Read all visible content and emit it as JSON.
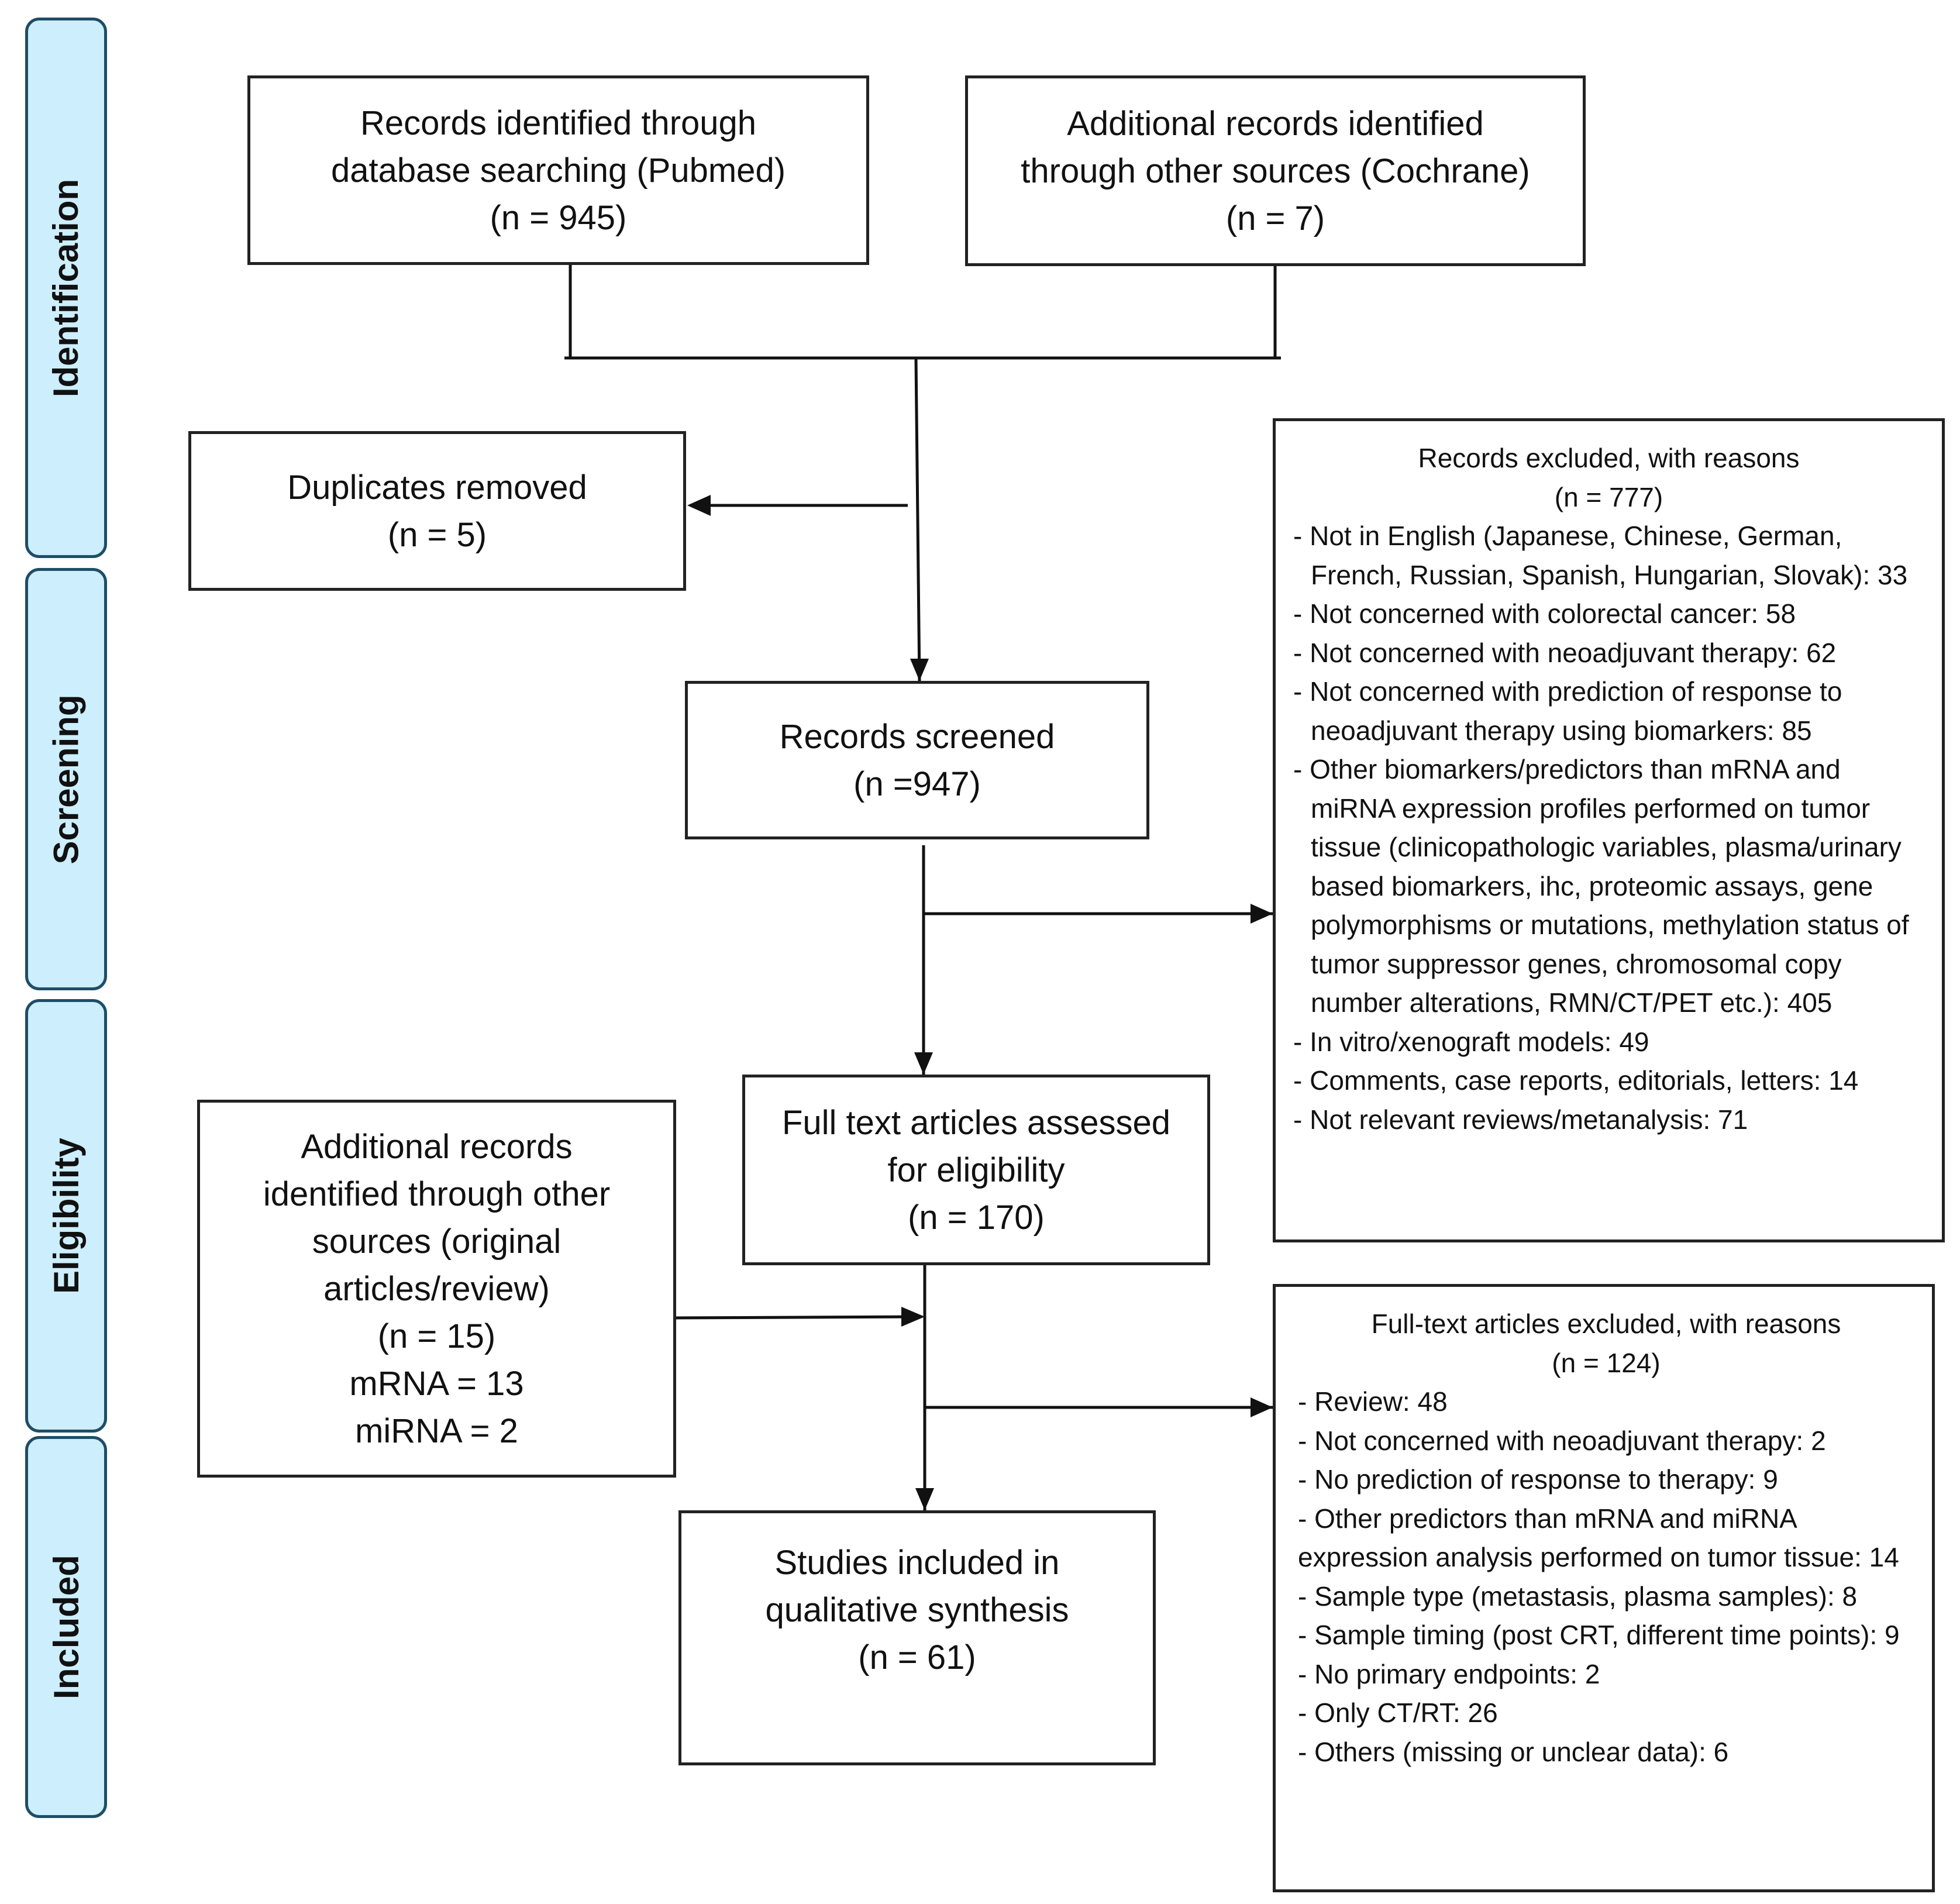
{
  "phases": [
    "Identification",
    "Screening",
    "Eligibility",
    "Included"
  ],
  "phase_color": "#cdeefc",
  "pubmed": {
    "lines": [
      "Records identified through",
      "database searching (Pubmed)",
      "(n = 945)"
    ]
  },
  "cochrane": {
    "lines": [
      "Additional records identified",
      "through other sources (Cochrane)",
      "(n = 7)"
    ]
  },
  "duplicates": {
    "lines": [
      "Duplicates removed",
      "(n = 5)"
    ]
  },
  "screened": {
    "lines": [
      "Records screened",
      "(n =947)"
    ]
  },
  "excluded": {
    "header": [
      "Records excluded, with reasons",
      "(n = 777)"
    ],
    "items": [
      "- Not in English (Japanese, Chinese, German, French, Russian, Spanish, Hungarian, Slovak): 33",
      "- Not concerned with colorectal cancer: 58",
      "- Not concerned with neoadjuvant therapy: 62",
      "- Not concerned with prediction of response to neoadjuvant therapy using biomarkers: 85",
      "- Other biomarkers/predictors than mRNA and miRNA expression profiles performed on tumor tissue (clinicopathologic variables, plasma/urinary based biomarkers, ihc, proteomic assays, gene polymorphisms or mutations, methylation status of tumor suppressor genes, chromosomal copy number alterations, RMN/CT/PET etc.): 405",
      "- In vitro/xenograft models: 49",
      "- Comments, case reports, editorials, letters: 14",
      "- Not relevant reviews/metanalysis: 71"
    ]
  },
  "fulltext": {
    "lines": [
      "Full text articles assessed",
      "for eligibility",
      "(n = 170)"
    ]
  },
  "additional": {
    "lines": [
      "Additional records",
      "identified through other",
      "sources (original",
      "articles/review)",
      "(n = 15)",
      "mRNA = 13",
      "miRNA = 2"
    ]
  },
  "ft_excluded": {
    "header": [
      "Full-text articles excluded, with reasons",
      "(n = 124)"
    ],
    "items": [
      "- Review: 48",
      "- Not concerned with neoadjuvant therapy: 2",
      "- No prediction of response to therapy: 9",
      "- Other predictors than mRNA and miRNA expression analysis performed on tumor tissue: 14",
      "- Sample type (metastasis, plasma samples): 8",
      "- Sample timing (post CRT, different time points): 9",
      "- No primary endpoints: 2",
      "- Only CT/RT: 26",
      "- Others (missing or unclear data): 6"
    ]
  },
  "included": {
    "lines": [
      "Studies included in",
      "qualitative synthesis",
      "(n = 61)"
    ]
  }
}
